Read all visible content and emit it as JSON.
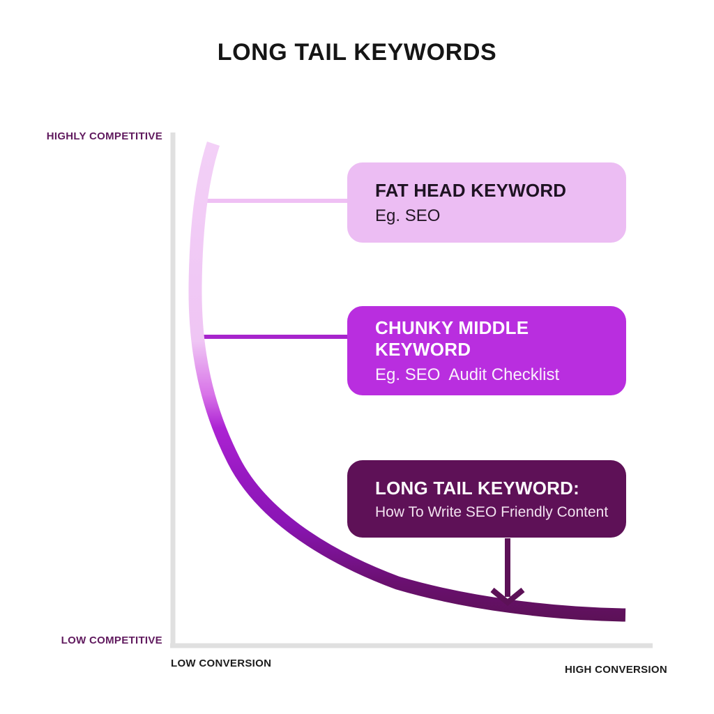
{
  "title": "LONG TAIL KEYWORDS",
  "axes": {
    "y_top_label": "HIGHLY COMPETITIVE",
    "y_bottom_label": "LOW COMPETITIVE",
    "x_left_label": "LOW CONVERSION",
    "x_right_label": "HIGH CONVERSION"
  },
  "cards": [
    {
      "title": "FAT HEAD KEYWORD",
      "subtitle": "Eg. SEO",
      "bg": "#ECBDF3",
      "title_color": "#1E1222",
      "subtitle_color": "#241726"
    },
    {
      "title": "CHUNKY MIDDLE KEYWORD",
      "subtitle": "Eg. SEO  Audit Checklist",
      "bg": "#B92EDF",
      "title_color": "#FFFFFF",
      "subtitle_color": "#FAF0FC"
    },
    {
      "title": "LONG TAIL KEYWORD:",
      "subtitle": "How To Write SEO Friendly Content",
      "bg": "#5E1157",
      "title_color": "#FDFAFD",
      "subtitle_color": "#F2E2F0"
    }
  ],
  "colors": {
    "background": "#FFFFFF",
    "title_text": "#151515",
    "axis_line": "#E0E0E0",
    "axis_label_purple": "#601A5E",
    "axis_label_dark": "#1B1B1B",
    "curve_gradient": [
      "#F3D0F7",
      "#EFC5F4",
      "#D873E8",
      "#AC23D3",
      "#9719C1",
      "#8A15B4",
      "#6A1070",
      "#5C1157"
    ],
    "connector_fat_head": "#EFC0F4",
    "connector_chunky_middle": "#A724CC",
    "arrow": "#5C1157"
  },
  "diagram": {
    "type": "concept-curve",
    "description_axis_y": "competition level (high at top, low at bottom)",
    "description_axis_x": "conversion level (low at left, high at right)",
    "curve_meaning": "keyword demand curve from fat head (competitive, low conversion) to long tail (low competition, high conversion)"
  }
}
